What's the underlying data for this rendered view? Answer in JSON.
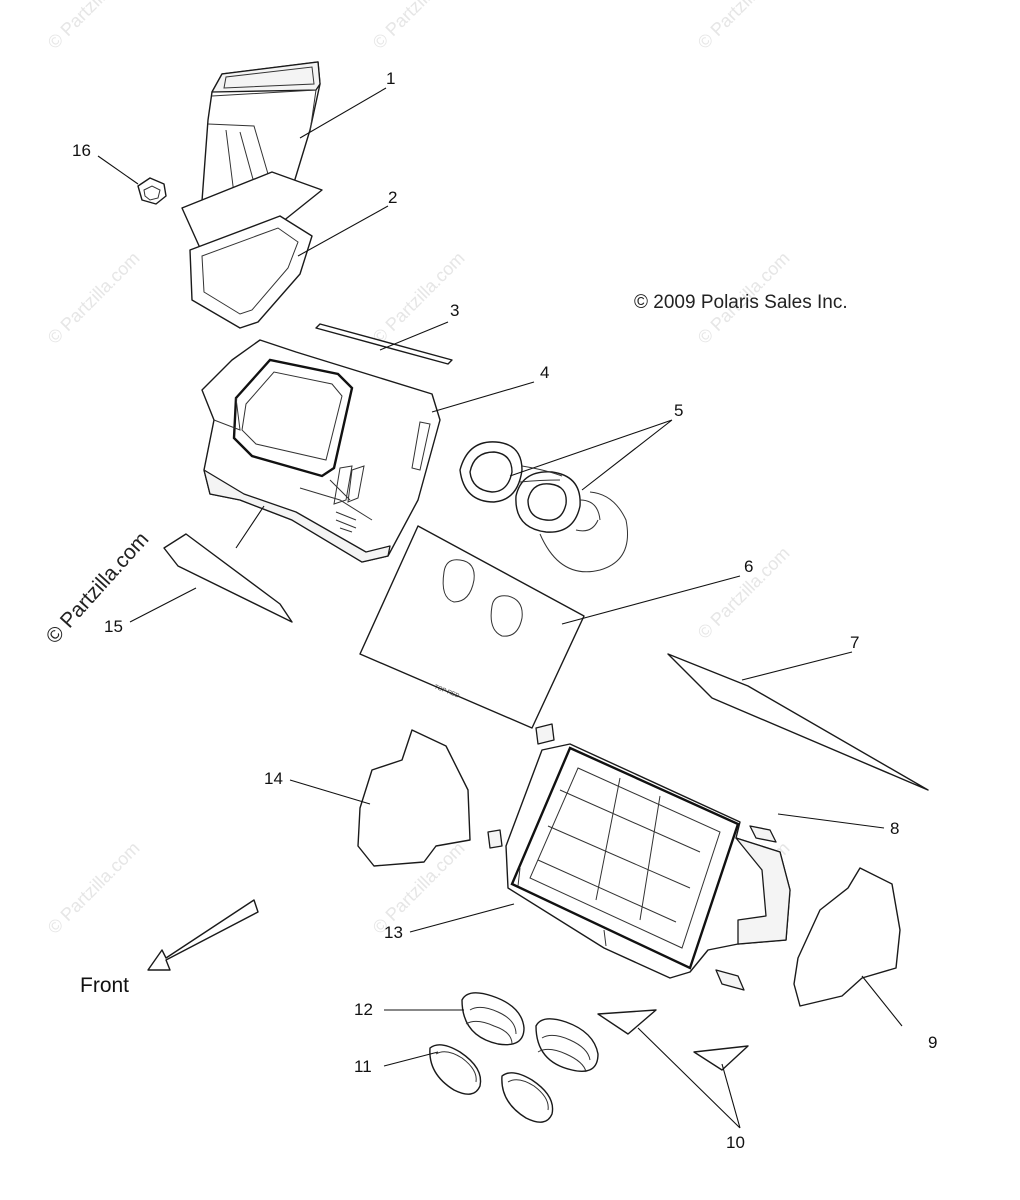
{
  "copyright_text": "© 2009 Polaris Sales Inc.",
  "front_label": "Front",
  "watermark_text": "© Partzilla.com",
  "filter_marking": "TOP RED",
  "callouts": {
    "p1": "1",
    "p2": "2",
    "p3": "3",
    "p4": "4",
    "p5": "5",
    "p6": "6",
    "p7": "7",
    "p8": "8",
    "p9": "9",
    "p10": "10",
    "p11": "11",
    "p12": "12",
    "p13": "13",
    "p14": "14",
    "p15": "15",
    "p16": "16"
  }
}
